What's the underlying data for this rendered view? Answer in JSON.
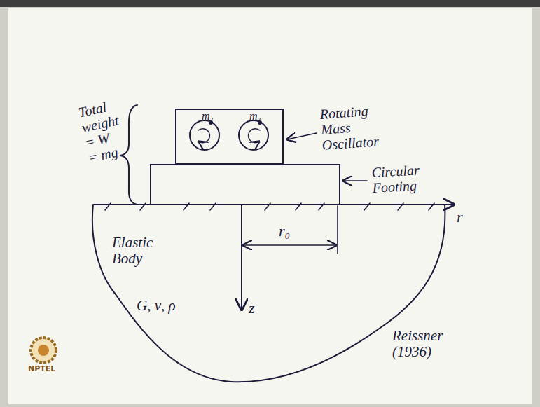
{
  "diagram": {
    "nodes": [
      {
        "text": [
          "Elastic Body",
          "G, ν, ρ"
        ]
      },
      {
        "text": [
          "m₁",
          "m₁"
        ]
      }
    ],
    "labels": [
      "Total weight = W = mg",
      "Rotating Mass Oscillator",
      "Circular Footing",
      "r",
      "r₀",
      "z",
      "Reissner (1936)",
      "NPTEL"
    ]
  }
}
